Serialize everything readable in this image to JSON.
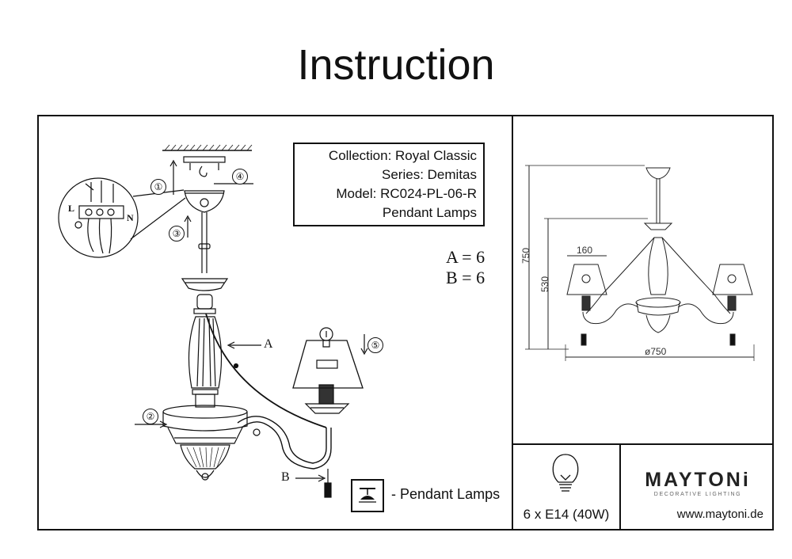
{
  "title": "Instruction",
  "info": {
    "collection": "Collection: Royal Classic",
    "series": "Series: Demitas",
    "model": "Model: RC024-PL-06-R",
    "type": "Pendant Lamps"
  },
  "counts": {
    "a": "A = 6",
    "b": "B = 6"
  },
  "legend": {
    "label": "- Pendant Lamps",
    "icon": "pendant-lamp-icon"
  },
  "spec": {
    "bulbs": "6 x E14 (40W)",
    "icon": "light-bulb-icon"
  },
  "brand": {
    "name": "MAYTONi",
    "tagline": "DECORATIVE LIGHTING",
    "website": "www.maytoni.de"
  },
  "dimensions": {
    "height_total": "750",
    "height_arm": "530",
    "shade": "160",
    "diameter": "ø750"
  },
  "steps": [
    "①",
    "②",
    "③",
    "④",
    "⑤"
  ],
  "callouts": {
    "a": "A",
    "b": "B"
  },
  "wires": {
    "l": "L",
    "n": "N"
  }
}
